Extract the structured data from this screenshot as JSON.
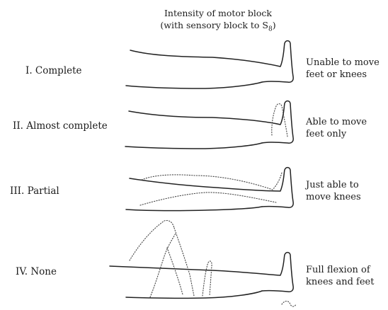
{
  "title": {
    "line1": "Intensity of motor block",
    "line2_prefix": "(with sensory block to S",
    "line2_subscript": "8",
    "line2_suffix": ")"
  },
  "grades": [
    {
      "numeral": "I.",
      "label": "Complete",
      "description_line1": "Unable to move",
      "description_line2": "feet or knees"
    },
    {
      "numeral": "II.",
      "label": "Almost complete",
      "description_line1": "Able to move",
      "description_line2": "feet only"
    },
    {
      "numeral": "III.",
      "label": "Partial",
      "description_line1": "Just able to",
      "description_line2": "move knees"
    },
    {
      "numeral": "IV.",
      "label": "None",
      "description_line1": "Full flexion of",
      "description_line2": "knees and feet"
    }
  ]
}
